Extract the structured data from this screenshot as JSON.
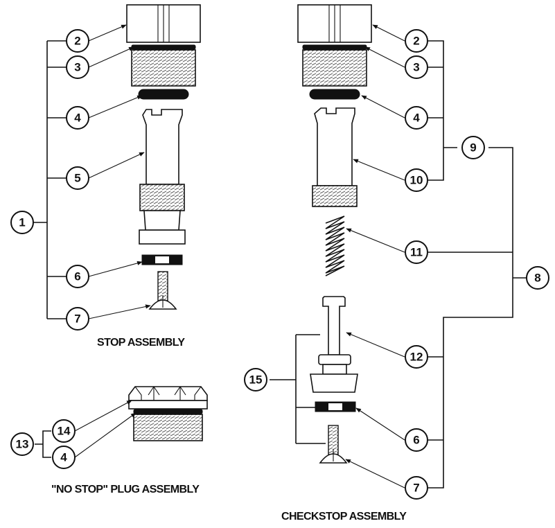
{
  "titles": {
    "stop": "STOP ASSEMBLY",
    "no_stop": "\"NO STOP\" PLUG ASSEMBLY",
    "checkstop": "CHECKSTOP ASSEMBLY"
  },
  "callouts": {
    "stop": [
      "1",
      "2",
      "3",
      "4",
      "5",
      "6",
      "7"
    ],
    "checkstop": [
      "2",
      "3",
      "4",
      "9",
      "10",
      "11",
      "8",
      "12",
      "15",
      "6",
      "7"
    ],
    "no_stop": [
      "14",
      "13",
      "4"
    ]
  }
}
